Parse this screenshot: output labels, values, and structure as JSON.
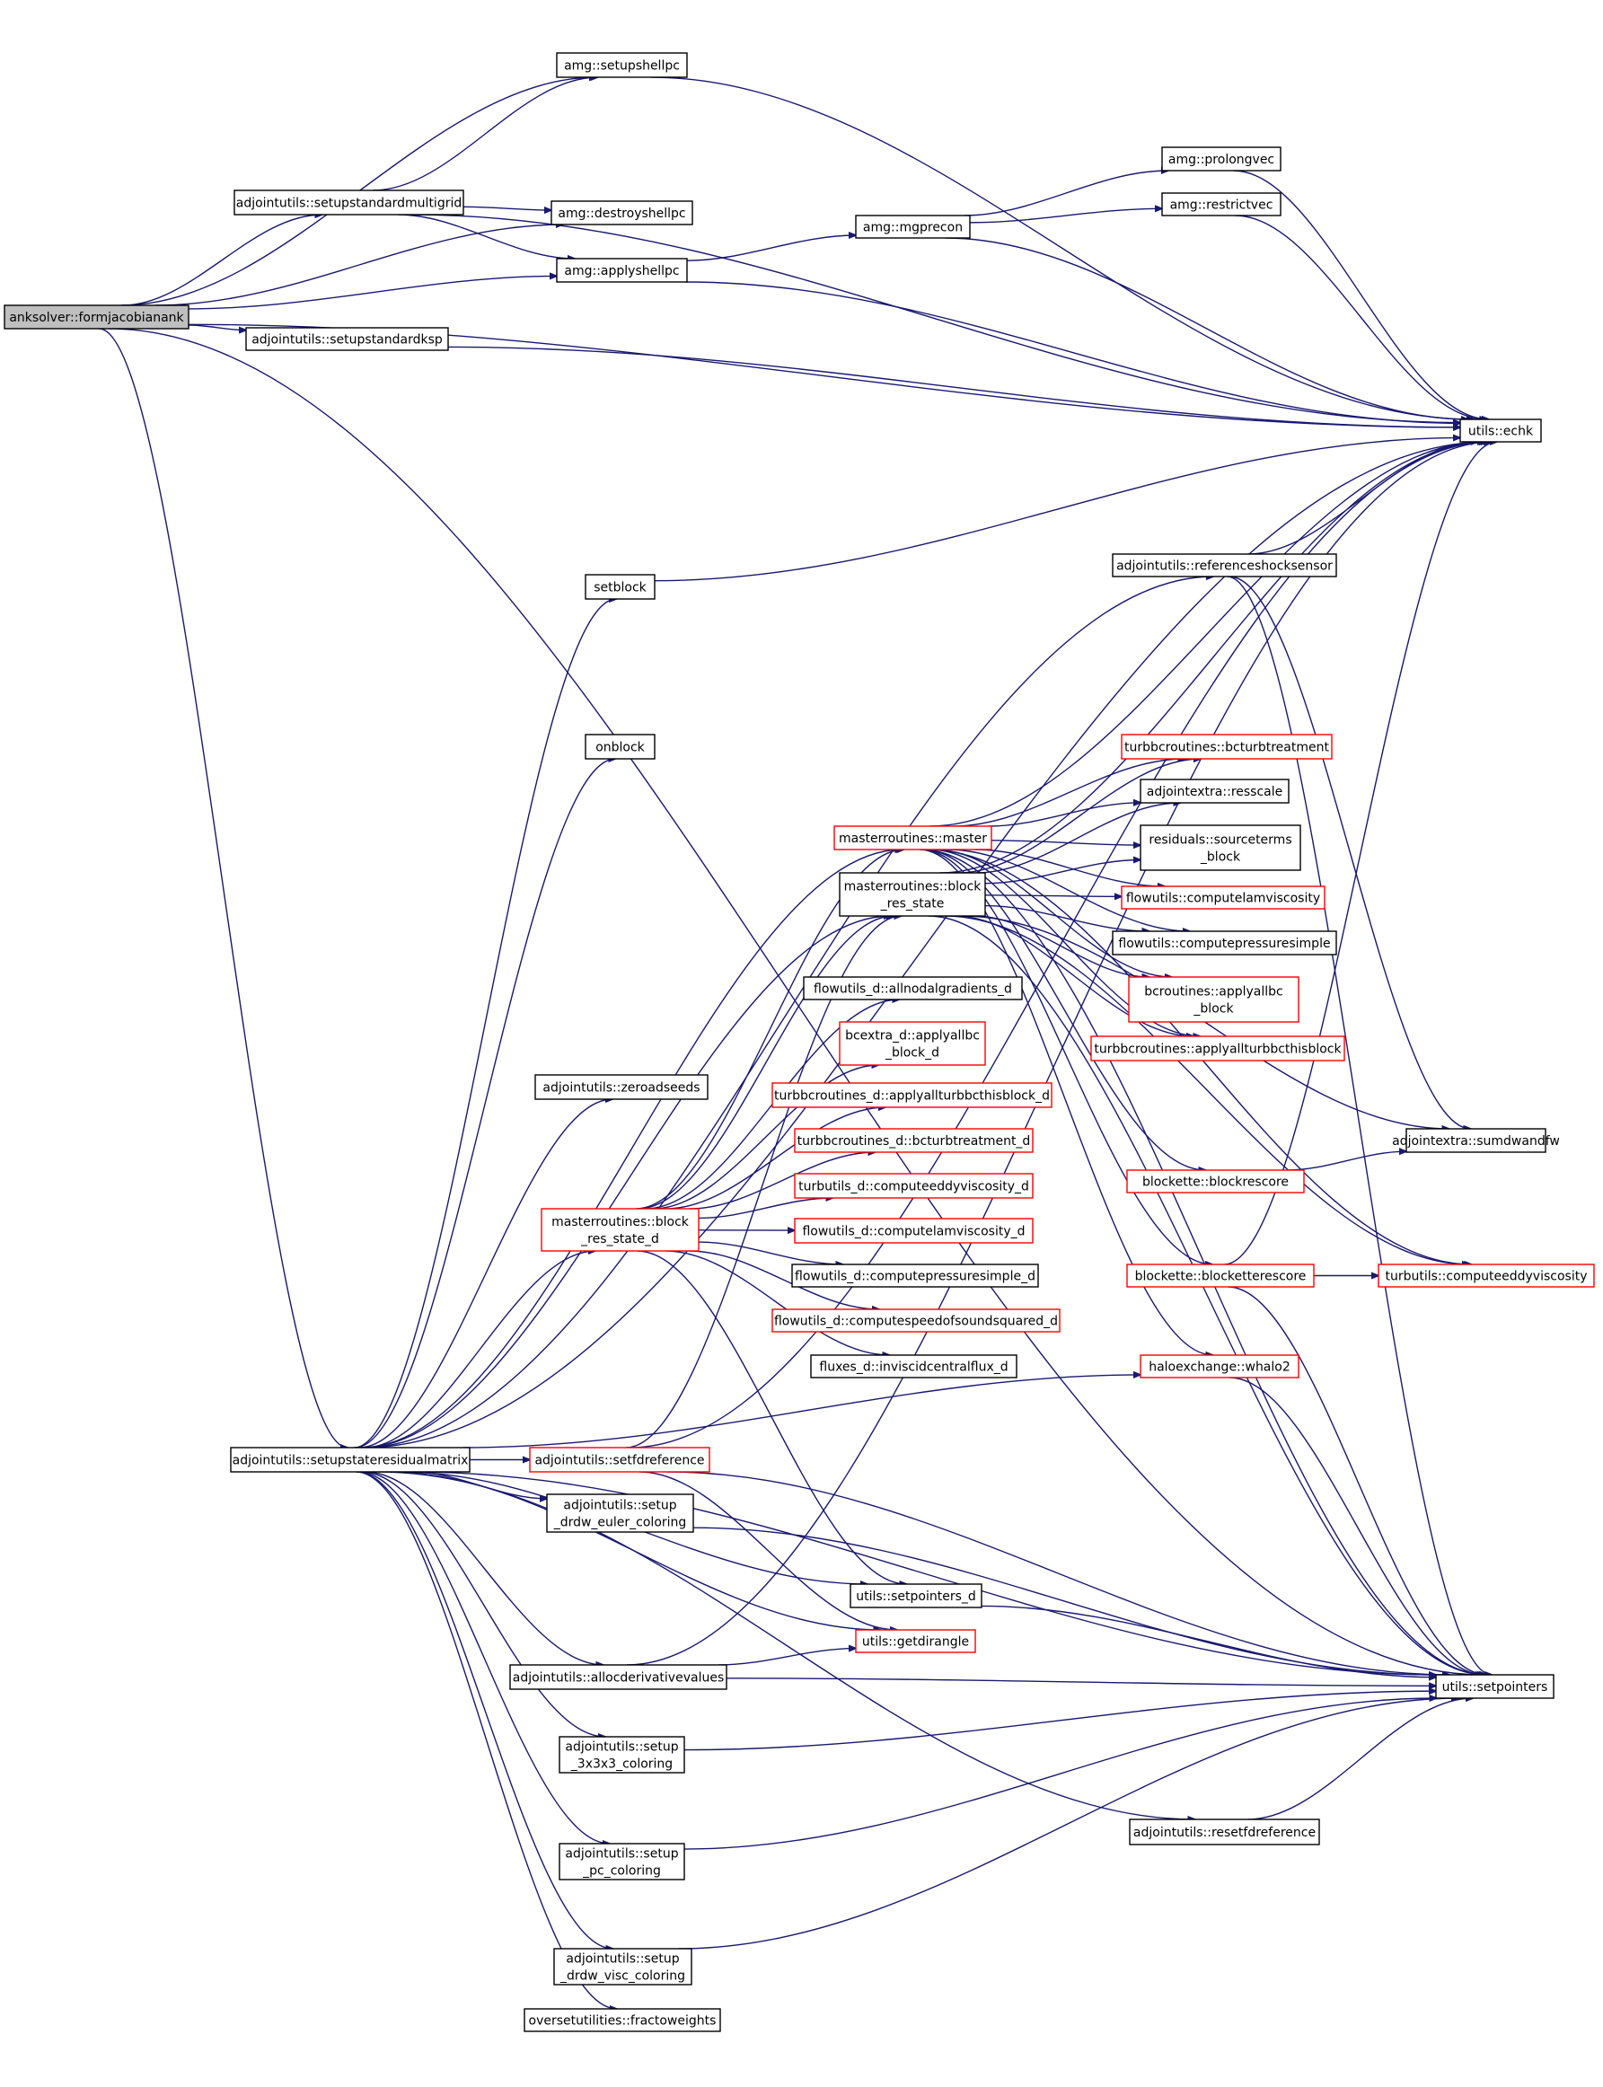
{
  "diagram": {
    "type": "call-graph",
    "root": "anksolver::formjacobianank",
    "colors": {
      "edge": "#191970",
      "node_border": "#000000",
      "truncated_node_border": "#ff0000",
      "root_fill": "#bfbfbf",
      "node_fill": "#ffffff"
    },
    "nodes": [
      {
        "id": "formjacobianank",
        "lines": [
          "anksolver::formjacobianank"
        ],
        "kind": "root"
      },
      {
        "id": "setupshellpc",
        "lines": [
          "amg::setupshellpc"
        ],
        "kind": "normal"
      },
      {
        "id": "setupstandardmultigrid",
        "lines": [
          "adjointutils::setupstandardmultigrid"
        ],
        "kind": "normal"
      },
      {
        "id": "destroyshellpc",
        "lines": [
          "amg::destroyshellpc"
        ],
        "kind": "normal"
      },
      {
        "id": "applyshellpc",
        "lines": [
          "amg::applyshellpc"
        ],
        "kind": "normal"
      },
      {
        "id": "setupstandardksp",
        "lines": [
          "adjointutils::setupstandardksp"
        ],
        "kind": "normal"
      },
      {
        "id": "mgprecon",
        "lines": [
          "amg::mgprecon"
        ],
        "kind": "normal"
      },
      {
        "id": "prolongvec",
        "lines": [
          "amg::prolongvec"
        ],
        "kind": "normal"
      },
      {
        "id": "restrictvec",
        "lines": [
          "amg::restrictvec"
        ],
        "kind": "normal"
      },
      {
        "id": "echk",
        "lines": [
          "utils::echk"
        ],
        "kind": "normal"
      },
      {
        "id": "setblock",
        "lines": [
          "setblock"
        ],
        "kind": "normal"
      },
      {
        "id": "onblock",
        "lines": [
          "onblock"
        ],
        "kind": "normal"
      },
      {
        "id": "referenceshocksensor",
        "lines": [
          "adjointutils::referenceshocksensor"
        ],
        "kind": "normal"
      },
      {
        "id": "bcturbtreatment",
        "lines": [
          "turbbcroutines::bcturbtreatment"
        ],
        "kind": "truncated"
      },
      {
        "id": "resscale",
        "lines": [
          "adjointextra::resscale"
        ],
        "kind": "normal"
      },
      {
        "id": "sourceterms",
        "lines": [
          "residuals::sourceterms",
          "_block"
        ],
        "kind": "normal"
      },
      {
        "id": "master",
        "lines": [
          "masterroutines::master"
        ],
        "kind": "truncated"
      },
      {
        "id": "block_res_state",
        "lines": [
          "masterroutines::block",
          "_res_state"
        ],
        "kind": "normal"
      },
      {
        "id": "computelamviscosity",
        "lines": [
          "flowutils::computelamviscosity"
        ],
        "kind": "truncated"
      },
      {
        "id": "computepressuresimple",
        "lines": [
          "flowutils::computepressuresimple"
        ],
        "kind": "normal"
      },
      {
        "id": "allnodalgradients_d",
        "lines": [
          "flowutils_d::allnodalgradients_d"
        ],
        "kind": "normal"
      },
      {
        "id": "applyallbc_block",
        "lines": [
          "bcroutines::applyallbc",
          "_block"
        ],
        "kind": "truncated"
      },
      {
        "id": "applyallbc_block_d",
        "lines": [
          "bcextra_d::applyallbc",
          "_block_d"
        ],
        "kind": "truncated"
      },
      {
        "id": "applyallturbbcthisblock",
        "lines": [
          "turbbcroutines::applyallturbbcthisblock"
        ],
        "kind": "truncated"
      },
      {
        "id": "zeroadseeds",
        "lines": [
          "adjointutils::zeroadseeds"
        ],
        "kind": "normal"
      },
      {
        "id": "applyallturbbcthisblock_d",
        "lines": [
          "turbbcroutines_d::applyallturbbcthisblock_d"
        ],
        "kind": "truncated"
      },
      {
        "id": "sumdwandfw",
        "lines": [
          "adjointextra::sumdwandfw"
        ],
        "kind": "normal"
      },
      {
        "id": "bcturbtreatment_d",
        "lines": [
          "turbbcroutines_d::bcturbtreatment_d"
        ],
        "kind": "truncated"
      },
      {
        "id": "blockrescore",
        "lines": [
          "blockette::blockrescore"
        ],
        "kind": "truncated"
      },
      {
        "id": "computeeddyviscosity_d",
        "lines": [
          "turbutils_d::computeeddyviscosity_d"
        ],
        "kind": "truncated"
      },
      {
        "id": "block_res_state_d",
        "lines": [
          "masterroutines::block",
          "_res_state_d"
        ],
        "kind": "truncated"
      },
      {
        "id": "computelamviscosity_d",
        "lines": [
          "flowutils_d::computelamviscosity_d"
        ],
        "kind": "truncated"
      },
      {
        "id": "blocketterescore",
        "lines": [
          "blockette::blocketterescore"
        ],
        "kind": "truncated"
      },
      {
        "id": "computeeddyviscosity",
        "lines": [
          "turbutils::computeeddyviscosity"
        ],
        "kind": "truncated"
      },
      {
        "id": "computepressuresimple_d",
        "lines": [
          "flowutils_d::computepressuresimple_d"
        ],
        "kind": "normal"
      },
      {
        "id": "computespeedofsoundsquared_d",
        "lines": [
          "flowutils_d::computespeedofsoundsquared_d"
        ],
        "kind": "truncated"
      },
      {
        "id": "inviscidcentralflux_d",
        "lines": [
          "fluxes_d::inviscidcentralflux_d"
        ],
        "kind": "normal"
      },
      {
        "id": "whalo2",
        "lines": [
          "haloexchange::whalo2"
        ],
        "kind": "truncated"
      },
      {
        "id": "setupstateresidualmatrix",
        "lines": [
          "adjointutils::setupstateresidualmatrix"
        ],
        "kind": "normal"
      },
      {
        "id": "setfdreference",
        "lines": [
          "adjointutils::setfdreference"
        ],
        "kind": "truncated"
      },
      {
        "id": "setup_drdw_euler",
        "lines": [
          "adjointutils::setup",
          "_drdw_euler_coloring"
        ],
        "kind": "normal"
      },
      {
        "id": "setpointers_d",
        "lines": [
          "utils::setpointers_d"
        ],
        "kind": "normal"
      },
      {
        "id": "getdirangle",
        "lines": [
          "utils::getdirangle"
        ],
        "kind": "truncated"
      },
      {
        "id": "allocderivativevalues",
        "lines": [
          "adjointutils::allocderivativevalues"
        ],
        "kind": "normal"
      },
      {
        "id": "setpointers",
        "lines": [
          "utils::setpointers"
        ],
        "kind": "normal"
      },
      {
        "id": "setup_3x3x3",
        "lines": [
          "adjointutils::setup",
          "_3x3x3_coloring"
        ],
        "kind": "normal"
      },
      {
        "id": "resetfdreference",
        "lines": [
          "adjointutils::resetfdreference"
        ],
        "kind": "normal"
      },
      {
        "id": "setup_pc",
        "lines": [
          "adjointutils::setup",
          "_pc_coloring"
        ],
        "kind": "normal"
      },
      {
        "id": "setup_drdw_visc",
        "lines": [
          "adjointutils::setup",
          "_drdw_visc_coloring"
        ],
        "kind": "normal"
      },
      {
        "id": "fractoweights",
        "lines": [
          "oversetutilities::fractoweights"
        ],
        "kind": "normal"
      }
    ],
    "edges": [
      [
        "formjacobianank",
        "setupshellpc"
      ],
      [
        "formjacobianank",
        "setupstandardmultigrid"
      ],
      [
        "formjacobianank",
        "destroyshellpc"
      ],
      [
        "formjacobianank",
        "applyshellpc"
      ],
      [
        "formjacobianank",
        "setupstandardksp"
      ],
      [
        "formjacobianank",
        "echk"
      ],
      [
        "formjacobianank",
        "setupstateresidualmatrix"
      ],
      [
        "formjacobianank",
        "setpointers"
      ],
      [
        "setupstandardmultigrid",
        "setupshellpc"
      ],
      [
        "setupstandardmultigrid",
        "destroyshellpc"
      ],
      [
        "setupstandardmultigrid",
        "applyshellpc"
      ],
      [
        "setupstandardmultigrid",
        "echk"
      ],
      [
        "setupshellpc",
        "echk"
      ],
      [
        "applyshellpc",
        "mgprecon"
      ],
      [
        "applyshellpc",
        "echk"
      ],
      [
        "mgprecon",
        "prolongvec"
      ],
      [
        "mgprecon",
        "restrictvec"
      ],
      [
        "mgprecon",
        "echk"
      ],
      [
        "prolongvec",
        "echk"
      ],
      [
        "restrictvec",
        "echk"
      ],
      [
        "setupstandardksp",
        "echk"
      ],
      [
        "setblock",
        "echk"
      ],
      [
        "referenceshocksensor",
        "echk"
      ],
      [
        "referenceshocksensor",
        "setpointers"
      ],
      [
        "referenceshocksensor",
        "sumdwandfw"
      ],
      [
        "master",
        "echk"
      ],
      [
        "master",
        "bcturbtreatment"
      ],
      [
        "master",
        "resscale"
      ],
      [
        "master",
        "sourceterms"
      ],
      [
        "master",
        "computelamviscosity"
      ],
      [
        "master",
        "computepressuresimple"
      ],
      [
        "master",
        "applyallbc_block"
      ],
      [
        "master",
        "applyallturbbcthisblock"
      ],
      [
        "master",
        "computeeddyviscosity"
      ],
      [
        "master",
        "blockrescore"
      ],
      [
        "master",
        "blocketterescore"
      ],
      [
        "master",
        "whalo2"
      ],
      [
        "master",
        "setpointers"
      ],
      [
        "block_res_state",
        "bcturbtreatment"
      ],
      [
        "block_res_state",
        "resscale"
      ],
      [
        "block_res_state",
        "sourceterms"
      ],
      [
        "block_res_state",
        "computelamviscosity"
      ],
      [
        "block_res_state",
        "computepressuresimple"
      ],
      [
        "block_res_state",
        "applyallbc_block"
      ],
      [
        "block_res_state",
        "applyallturbbcthisblock"
      ],
      [
        "block_res_state",
        "sumdwandfw"
      ],
      [
        "block_res_state",
        "computeeddyviscosity"
      ],
      [
        "block_res_state",
        "echk"
      ],
      [
        "block_res_state",
        "setpointers"
      ],
      [
        "blockrescore",
        "sumdwandfw"
      ],
      [
        "blocketterescore",
        "computeeddyviscosity"
      ],
      [
        "blocketterescore",
        "echk"
      ],
      [
        "blocketterescore",
        "setpointers"
      ],
      [
        "whalo2",
        "setpointers"
      ],
      [
        "block_res_state_d",
        "master"
      ],
      [
        "block_res_state_d",
        "block_res_state"
      ],
      [
        "block_res_state_d",
        "allnodalgradients_d"
      ],
      [
        "block_res_state_d",
        "applyallbc_block_d"
      ],
      [
        "block_res_state_d",
        "applyallturbbcthisblock_d"
      ],
      [
        "block_res_state_d",
        "bcturbtreatment_d"
      ],
      [
        "block_res_state_d",
        "computeeddyviscosity_d"
      ],
      [
        "block_res_state_d",
        "computelamviscosity_d"
      ],
      [
        "block_res_state_d",
        "computepressuresimple_d"
      ],
      [
        "block_res_state_d",
        "computespeedofsoundsquared_d"
      ],
      [
        "block_res_state_d",
        "inviscidcentralflux_d"
      ],
      [
        "block_res_state_d",
        "setpointers_d"
      ],
      [
        "setupstateresidualmatrix",
        "echk"
      ],
      [
        "setupstateresidualmatrix",
        "setblock"
      ],
      [
        "setupstateresidualmatrix",
        "onblock"
      ],
      [
        "setupstateresidualmatrix",
        "referenceshocksensor"
      ],
      [
        "setupstateresidualmatrix",
        "master"
      ],
      [
        "setupstateresidualmatrix",
        "block_res_state"
      ],
      [
        "setupstateresidualmatrix",
        "zeroadseeds"
      ],
      [
        "setupstateresidualmatrix",
        "block_res_state_d"
      ],
      [
        "setupstateresidualmatrix",
        "whalo2"
      ],
      [
        "setupstateresidualmatrix",
        "setfdreference"
      ],
      [
        "setupstateresidualmatrix",
        "setup_drdw_euler"
      ],
      [
        "setupstateresidualmatrix",
        "setpointers_d"
      ],
      [
        "setupstateresidualmatrix",
        "getdirangle"
      ],
      [
        "setupstateresidualmatrix",
        "allocderivativevalues"
      ],
      [
        "setupstateresidualmatrix",
        "setup_3x3x3"
      ],
      [
        "setupstateresidualmatrix",
        "resetfdreference"
      ],
      [
        "setupstateresidualmatrix",
        "setup_pc"
      ],
      [
        "setupstateresidualmatrix",
        "setup_drdw_visc"
      ],
      [
        "setupstateresidualmatrix",
        "fractoweights"
      ],
      [
        "setupstateresidualmatrix",
        "setpointers"
      ],
      [
        "setfdreference",
        "block_res_state"
      ],
      [
        "setfdreference",
        "getdirangle"
      ],
      [
        "setfdreference",
        "echk"
      ],
      [
        "setfdreference",
        "setpointers"
      ],
      [
        "setup_drdw_euler",
        "setpointers"
      ],
      [
        "setpointers_d",
        "setpointers"
      ],
      [
        "allocderivativevalues",
        "getdirangle"
      ],
      [
        "allocderivativevalues",
        "echk"
      ],
      [
        "allocderivativevalues",
        "setpointers"
      ],
      [
        "setup_3x3x3",
        "setpointers"
      ],
      [
        "resetfdreference",
        "setpointers"
      ],
      [
        "setup_pc",
        "setpointers"
      ],
      [
        "setup_drdw_visc",
        "setpointers"
      ]
    ]
  }
}
